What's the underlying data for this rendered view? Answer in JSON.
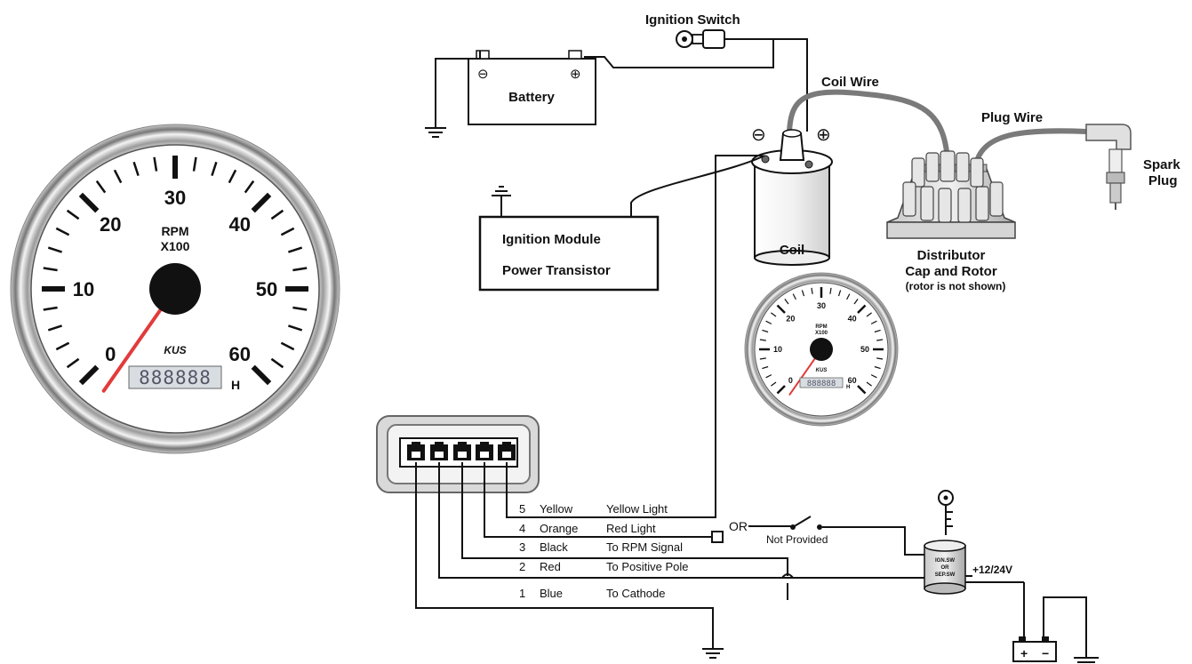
{
  "gauge": {
    "ticks": [
      "0",
      "10",
      "20",
      "30",
      "40",
      "50",
      "60"
    ],
    "unit": "RPM",
    "multiplier": "X100",
    "brand": "KUS",
    "hour_display": "888888",
    "hour_unit": "H",
    "needle_value": 0
  },
  "small_gauge": {
    "ticks": [
      "0",
      "10",
      "20",
      "30",
      "40",
      "50",
      "60"
    ],
    "unit": "RPM",
    "multiplier": "X100",
    "brand": "KUS",
    "hour_display": "888888",
    "hour_unit": "H"
  },
  "labels": {
    "ignition_switch": "Ignition Switch",
    "battery": "Battery",
    "coil_wire": "Coil Wire",
    "plug_wire": "Plug Wire",
    "spark_plug_1": "Spark",
    "spark_plug_2": "Plug",
    "coil": "Coil",
    "distributor_1": "Distributor",
    "distributor_2": "Cap and Rotor",
    "distributor_note": "(rotor is not shown)",
    "ignition_module": "Ignition Module",
    "power_transistor": "Power Transistor",
    "or_label": "OR",
    "not_provided": "Not Provided",
    "voltage": "+12/24V",
    "switch_text_1": "IGN.SW",
    "switch_text_2": "OR",
    "switch_text_3": "SEP.SW",
    "minus": "⊖",
    "plus": "⊕"
  },
  "pins": [
    {
      "num": "5",
      "color": "Yellow",
      "desc": "Yellow Light"
    },
    {
      "num": "4",
      "color": "Orange",
      "desc": "Red Light"
    },
    {
      "num": "3",
      "color": "Black",
      "desc": "To RPM Signal"
    },
    {
      "num": "2",
      "color": "Red",
      "desc": "To Positive Pole"
    },
    {
      "num": "1",
      "color": "Blue",
      "desc": "To Cathode"
    }
  ]
}
